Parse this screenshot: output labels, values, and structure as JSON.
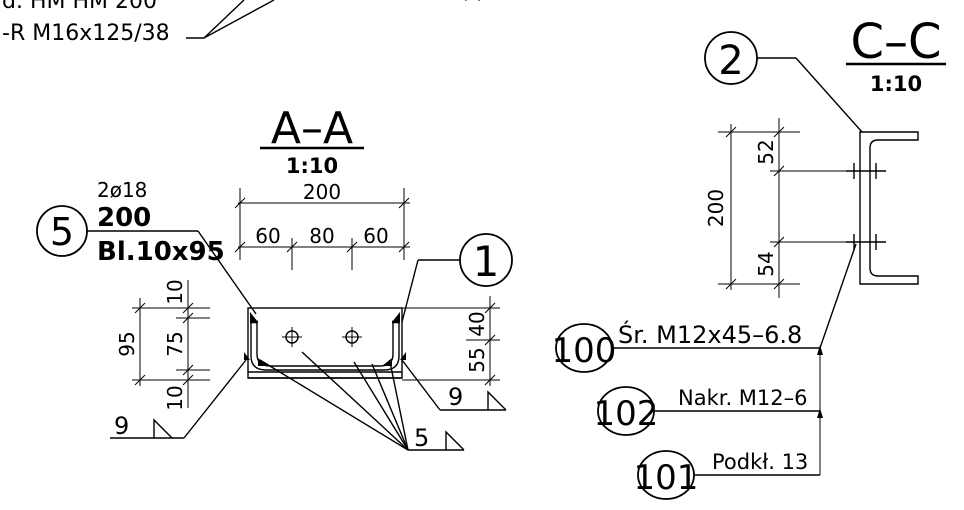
{
  "top_notes": {
    "line1": "d. HM HM 200",
    "line2": "-R M16x125/38"
  },
  "section_aa": {
    "title": "A–A",
    "scale": "1:10",
    "callout_5": {
      "number": "5",
      "line1": "2ø18",
      "line2": "200",
      "line3": "Bl.10x95"
    },
    "callout_1": {
      "number": "1"
    },
    "dims": {
      "total": "200",
      "left": "60",
      "mid": "80",
      "right": "60",
      "height": "95",
      "inner": "75",
      "top_off": "10",
      "bot_off": "10",
      "right_top": "40",
      "right_bot": "55"
    },
    "weld_left": "9",
    "weld_right": "9",
    "weld_bottom": "5"
  },
  "section_cc": {
    "title": "C–C",
    "scale": "1:10",
    "callout_2": {
      "number": "2"
    },
    "dims": {
      "height": "200",
      "top": "52",
      "bottom": "54"
    }
  },
  "fasteners": [
    {
      "number": "100",
      "label": "Śr. M12x45–6.8"
    },
    {
      "number": "102",
      "label": "Nakr. M12–6"
    },
    {
      "number": "101",
      "label": "Podkł. 13"
    }
  ]
}
